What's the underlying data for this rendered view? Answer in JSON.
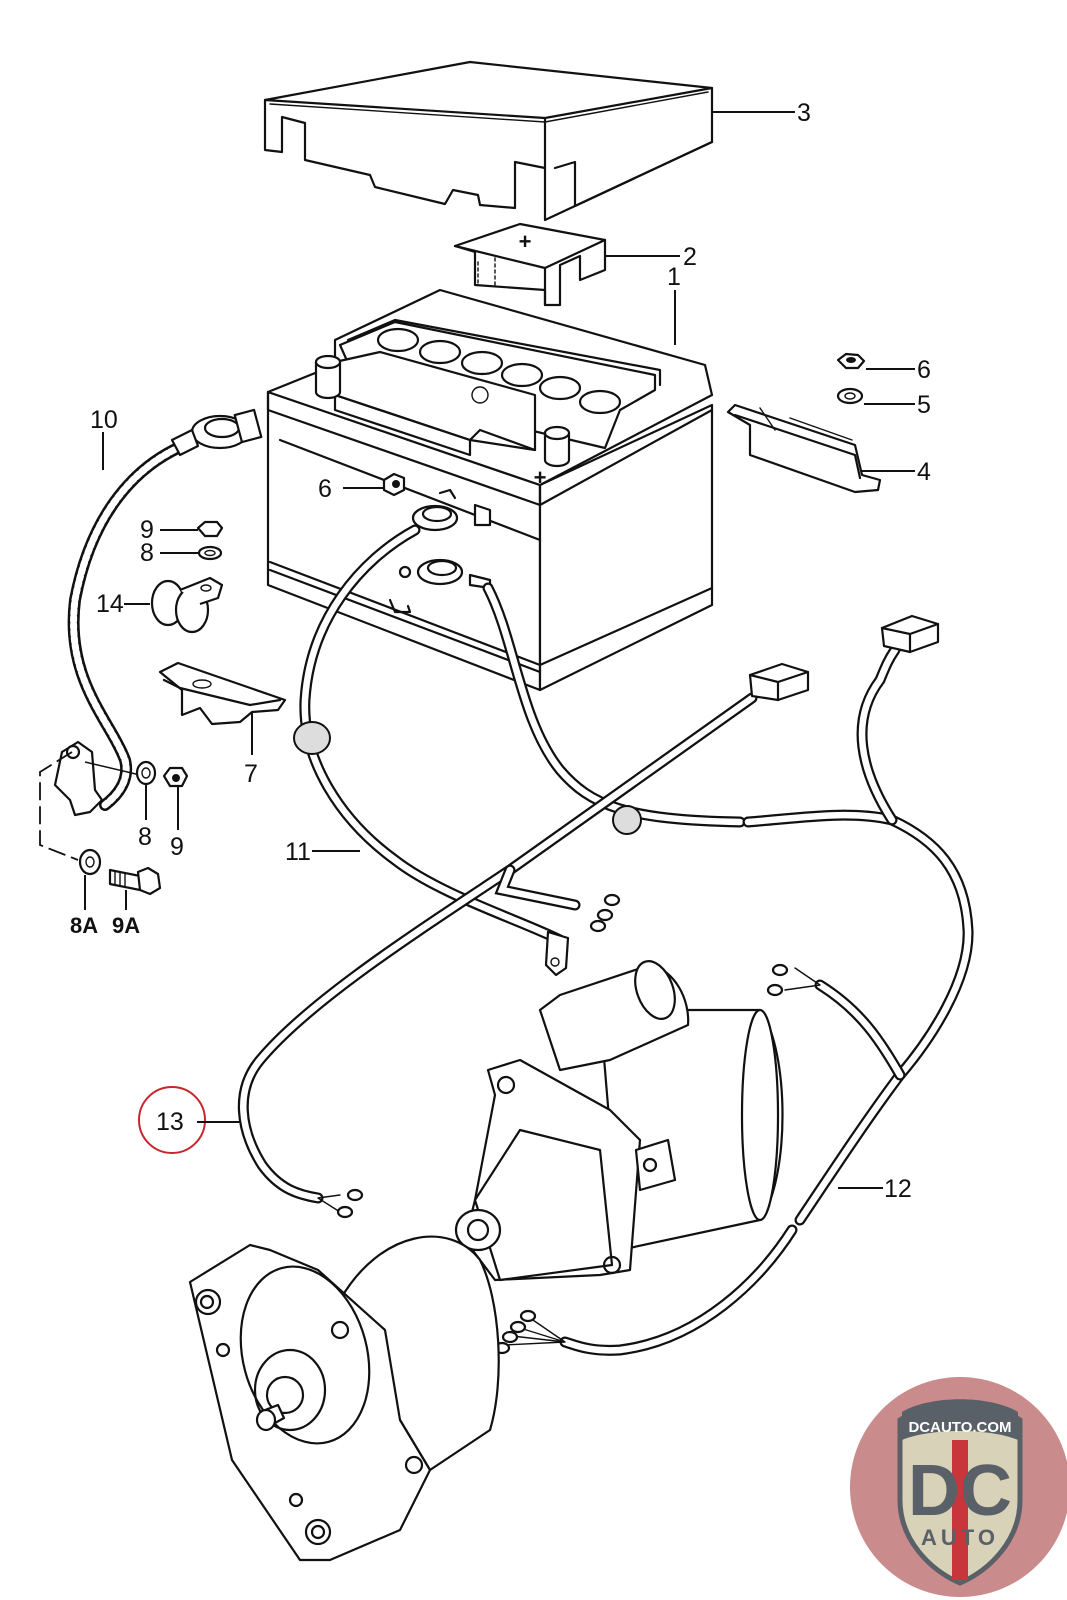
{
  "diagram": {
    "title": "Battery, starter and alternator wiring — exploded parts view",
    "highlight_color": "#c8262e",
    "highlighted_callout": "13",
    "callouts": [
      {
        "id": "c1",
        "label": "1",
        "part": "battery"
      },
      {
        "id": "c2",
        "label": "2",
        "part": "terminal-cover"
      },
      {
        "id": "c3",
        "label": "3",
        "part": "battery-cover"
      },
      {
        "id": "c4",
        "label": "4",
        "part": "hold-down-clamp"
      },
      {
        "id": "c5",
        "label": "5",
        "part": "washer"
      },
      {
        "id": "c6a",
        "label": "6",
        "part": "nut"
      },
      {
        "id": "c6b",
        "label": "6",
        "part": "nut"
      },
      {
        "id": "c7",
        "label": "7",
        "part": "bracket"
      },
      {
        "id": "c8a",
        "label": "8",
        "part": "washer"
      },
      {
        "id": "c8b",
        "label": "8",
        "part": "washer"
      },
      {
        "id": "c8A",
        "label": "8A",
        "part": "washer"
      },
      {
        "id": "c9a",
        "label": "9",
        "part": "nut"
      },
      {
        "id": "c9b",
        "label": "9",
        "part": "nut"
      },
      {
        "id": "c9A",
        "label": "9A",
        "part": "bolt"
      },
      {
        "id": "c10",
        "label": "10",
        "part": "ground-strap"
      },
      {
        "id": "c11",
        "label": "11",
        "part": "positive-cable"
      },
      {
        "id": "c12",
        "label": "12",
        "part": "wiring-harness"
      },
      {
        "id": "c13",
        "label": "13",
        "part": "alternator-harness"
      },
      {
        "id": "c14",
        "label": "14",
        "part": "cable-clamp"
      }
    ],
    "battery_marks": {
      "positive": "+"
    },
    "cover_marks": {
      "positive": "+"
    }
  },
  "logo": {
    "top_text": "DCAUTO.COM",
    "main_text": "DC",
    "sub_text": "AUTO",
    "colors": {
      "circle": "#c98b8b",
      "shield_bg": "#d8d2b8",
      "shield_border": "#5a6068",
      "letters": "#5a6068",
      "stripe": "#c8353b",
      "banner_text": "#ffffff"
    }
  }
}
